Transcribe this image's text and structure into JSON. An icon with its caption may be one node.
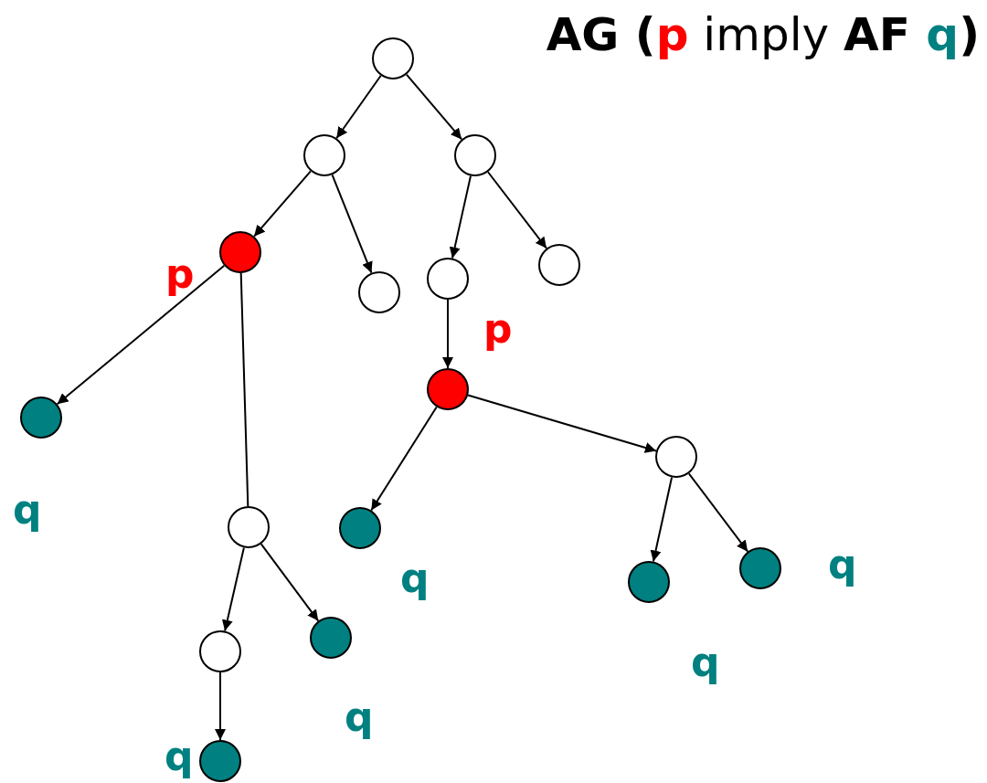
{
  "diagram": {
    "title": "**AG (p** imply **AF q)**",
    "nodes": [
      {
        "text": [],
        "shape": "circle"
      },
      {
        "text": [],
        "shape": "circle"
      },
      {
        "text": [],
        "shape": "circle"
      },
      {
        "text": [],
        "shape": "circle",
        "beside": [
          "p"
        ]
      },
      {
        "text": [],
        "shape": "circle"
      },
      {
        "text": [],
        "shape": "circle"
      },
      {
        "text": [],
        "shape": "circle"
      },
      {
        "text": [],
        "shape": "circle",
        "beside": [
          "q"
        ]
      },
      {
        "text": [],
        "shape": "circle",
        "beside": [
          "p"
        ]
      },
      {
        "text": [],
        "shape": "circle"
      },
      {
        "text": [],
        "shape": "circle",
        "beside": [
          "q"
        ]
      },
      {
        "text": [],
        "shape": "circle"
      },
      {
        "text": [],
        "shape": "circle"
      },
      {
        "text": [],
        "shape": "circle",
        "beside": [
          "q"
        ]
      },
      {
        "text": [],
        "shape": "circle",
        "beside": [
          "q"
        ]
      },
      {
        "text": [],
        "shape": "circle",
        "beside": [
          "q"
        ]
      },
      {
        "text": [],
        "shape": "circle",
        "beside": [
          "q"
        ]
      }
    ],
    "edges": [
      {
        "from": 0,
        "to": 1,
        "arrow": "to"
      },
      {
        "from": 0,
        "to": 2,
        "arrow": "to"
      },
      {
        "from": 1,
        "to": 3,
        "arrow": "to"
      },
      {
        "from": 1,
        "to": 4,
        "arrow": "to"
      },
      {
        "from": 2,
        "to": 5,
        "arrow": "to"
      },
      {
        "from": 2,
        "to": 6,
        "arrow": "to"
      },
      {
        "from": 3,
        "to": 7,
        "arrow": "to"
      },
      {
        "from": 3,
        "to": 9,
        "arrow": "none"
      },
      {
        "from": 5,
        "to": 8,
        "arrow": "to"
      },
      {
        "from": 8,
        "to": 10,
        "arrow": "to"
      },
      {
        "from": 8,
        "to": 11,
        "arrow": "to"
      },
      {
        "from": 9,
        "to": 12,
        "arrow": "to"
      },
      {
        "from": 9,
        "to": 13,
        "arrow": "to"
      },
      {
        "from": 12,
        "to": 16,
        "arrow": "to"
      },
      {
        "from": 11,
        "to": 14,
        "arrow": "to"
      },
      {
        "from": 11,
        "to": 15,
        "arrow": "to"
      }
    ]
  }
}
